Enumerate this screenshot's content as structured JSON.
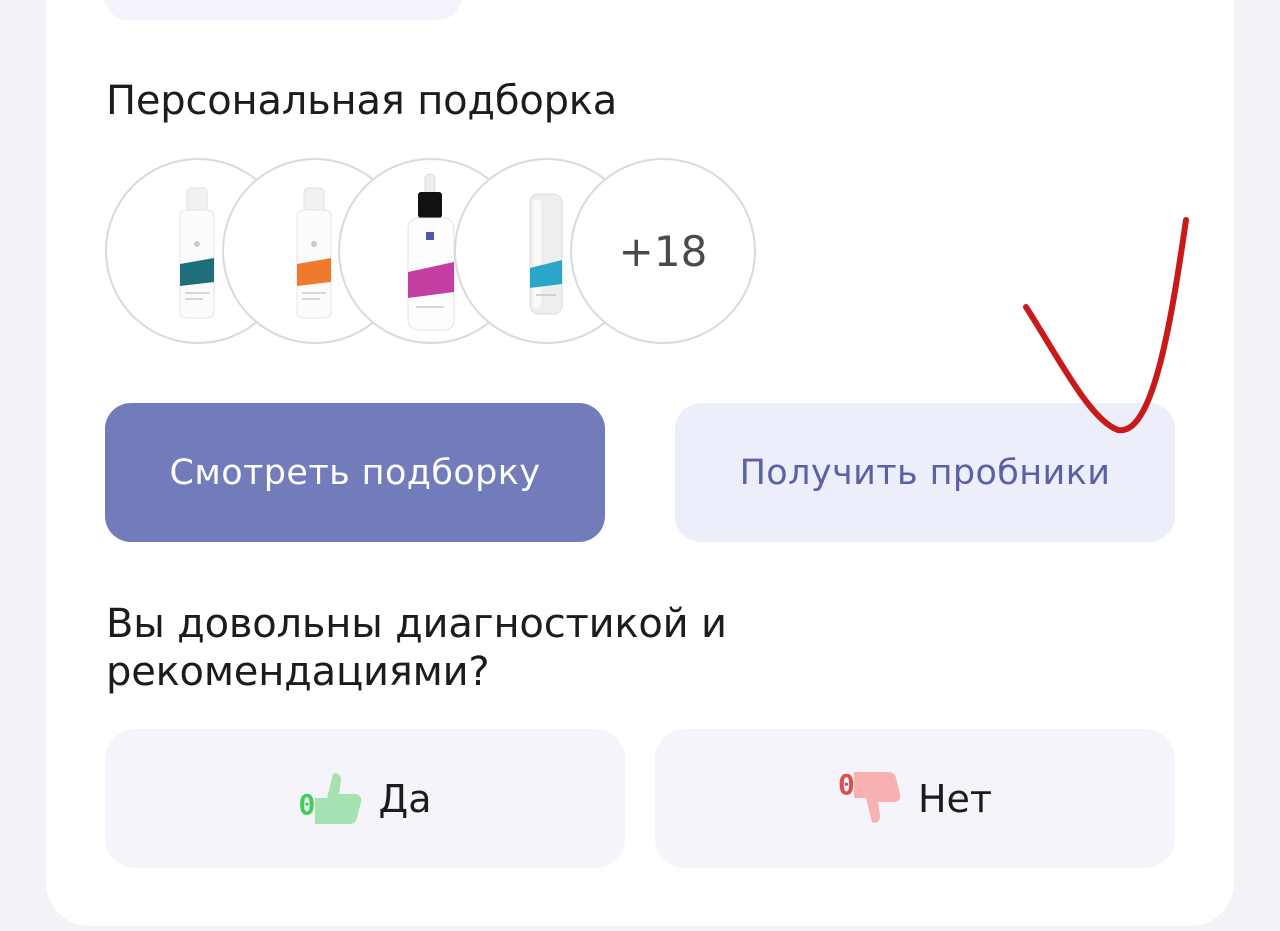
{
  "section": {
    "title": "Персональная подборка"
  },
  "products": {
    "more_count": "+18",
    "items": [
      {
        "name": "teal-spray-bottle",
        "accent": "#1f6f7a"
      },
      {
        "name": "orange-spray-bottle",
        "accent": "#f07a2c"
      },
      {
        "name": "pink-serum-dropper",
        "accent": "#c43fa4"
      },
      {
        "name": "blue-cream-tube",
        "accent": "#2aa6c9"
      }
    ]
  },
  "buttons": {
    "view_label": "Смотреть подборку",
    "samples_label": "Получить пробники"
  },
  "feedback": {
    "question": "Вы довольны диагностикой и рекомендациями?",
    "yes": {
      "label": "Да",
      "count": "0"
    },
    "no": {
      "label": "Нет",
      "count": "0"
    }
  },
  "colors": {
    "primary": "#727cbb",
    "secondary_bg": "#eceefa",
    "like": "#a4e3b1",
    "dislike": "#f7b1b1",
    "annotation": "#c81a1a"
  }
}
